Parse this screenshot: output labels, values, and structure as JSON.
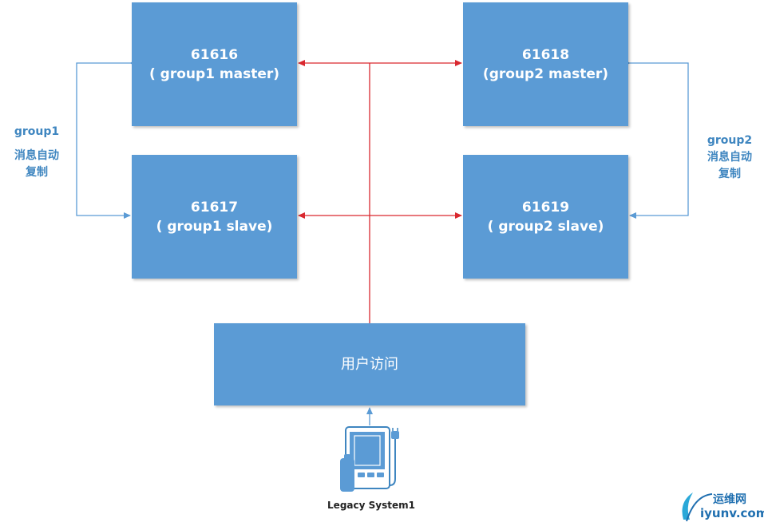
{
  "nodes": {
    "n61616": {
      "port": "61616",
      "role": "( group1 master)"
    },
    "n61618": {
      "port": "61618",
      "role": "(group2 master)"
    },
    "n61617": {
      "port": "61617",
      "role": "( group1 slave)"
    },
    "n61619": {
      "port": "61619",
      "role": "( group2 slave)"
    }
  },
  "user_access": {
    "label": "用户访问"
  },
  "group1_replication": {
    "name": "group1",
    "line1": "消息自动",
    "line2": "复制"
  },
  "group2_replication": {
    "name": "group2",
    "line1": "消息自动",
    "line2": "复制"
  },
  "device": {
    "caption": "Legacy System1",
    "icon": "legacy-device-icon"
  },
  "watermark": {
    "cn": "运维网",
    "en": "iyunv.com"
  },
  "colors": {
    "node_fill": "#5b9bd5",
    "access_links": "#d9282f",
    "replication_links": "#5b9bd5",
    "label_text": "#3f86c0"
  }
}
